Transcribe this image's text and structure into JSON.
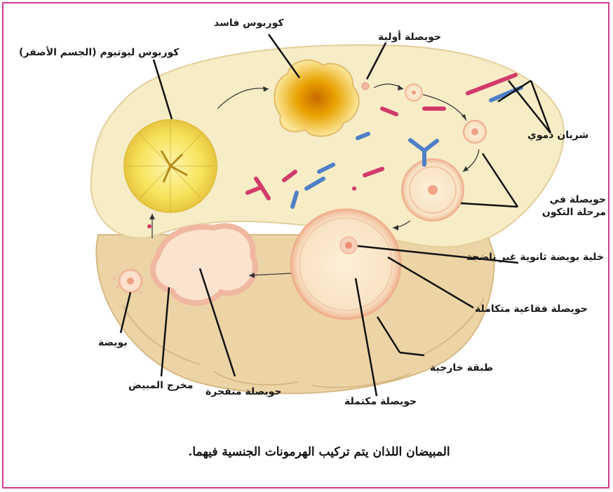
{
  "labels": {
    "corpus_luteum": "كوربوس ليوتيوم (الجسم الأصفر)",
    "corpus_degenerate": "كوربوس فاسد",
    "primary_follicle": "حويصلة أولية",
    "blood_vessel": "شريان دموي",
    "developing_follicle": "حويصلة في مرحلة التكون",
    "secondary_oocyte": "خلية بويضة ثانوية غير ناضجة",
    "vesicular_follicle": "حويصلة فقاعية متكاملة",
    "outer_layer": "طبقة خارجية",
    "mature_follicle": "حويصلة مكتملة",
    "ruptured_follicle": "حويصلة منفجرة",
    "ovary_outlet": "مخرج المبيض",
    "egg": "بويضة"
  },
  "caption": "المبيضان اللذان يتم تركيب الهرمونات الجنسية فيهما.",
  "colors": {
    "frame": "#d33a8f",
    "ovary_fill": "#f6ecc6",
    "stroma": "#e9cfa0",
    "vessel_red": "#d23a6a",
    "vessel_blue": "#4f7fc6",
    "luteum": "#f6e46a",
    "follicle": "#f4c9b0"
  }
}
